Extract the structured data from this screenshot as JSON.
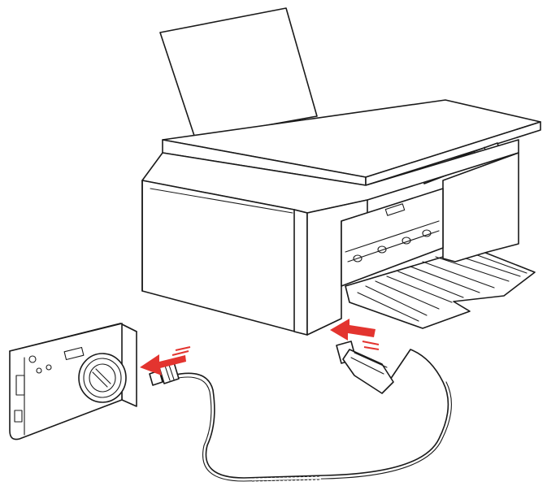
{
  "diagram": {
    "components": [
      {
        "id": "printer",
        "label": "",
        "icon": "printer-icon"
      },
      {
        "id": "camera",
        "label": "",
        "icon": "camera-icon"
      },
      {
        "id": "usb-cable",
        "label": "",
        "icon": "usb-cable-icon"
      }
    ],
    "connections": [
      {
        "from": "usb-cable",
        "to": "camera",
        "connector": "mini-usb",
        "indicator": "arrow"
      },
      {
        "from": "usb-cable",
        "to": "printer",
        "connector": "usb-a",
        "indicator": "arrow"
      }
    ]
  },
  "colors": {
    "arrow": "#e3342f",
    "line": "#1a1a1a",
    "background": "#ffffff"
  }
}
